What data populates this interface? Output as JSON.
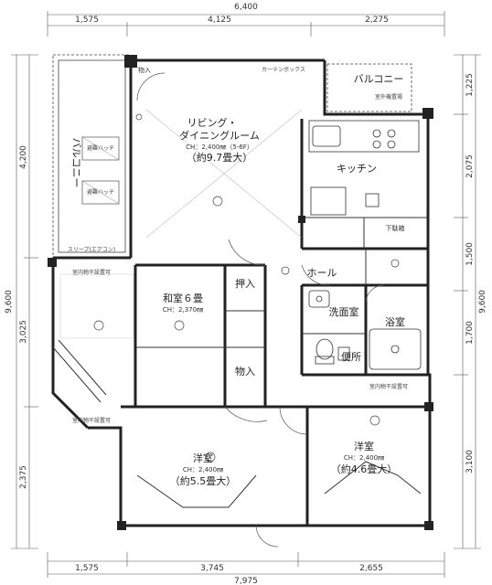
{
  "dims": {
    "top_total": "6,400",
    "top_segments": [
      "1,575",
      "4,125",
      "2,275"
    ],
    "bottom_total": "7,975",
    "bottom_segments": [
      "1,575",
      "3,745",
      "2,655"
    ],
    "left_total": "9,600",
    "left_segments": [
      "4,200",
      "3,025",
      "2,375"
    ],
    "right_total": "9,600",
    "right_segments": [
      "1,225",
      "2,075",
      "1,500",
      "1,700",
      "3,100"
    ]
  },
  "rooms": {
    "living_line1": "リビング・",
    "living_line2": "ダイニングルーム",
    "living_ch": "CH：2,400㎜（5-6F）",
    "living_size": "（約9.7畳大）",
    "kitchen": "キッチン",
    "washitsu": "和室６畳",
    "washitsu_ch": "CH：2,370㎜",
    "oshiire": "押入",
    "monoire_lower": "物入",
    "monoire_top": "物入",
    "hall": "ホール",
    "senmen": "洗面室",
    "yokushitsu": "浴室",
    "benjo": "便所",
    "getabako": "下駄箱",
    "yoshitsu1": "洋室",
    "yoshitsu1_ch": "CH：2,400㎜",
    "yoshitsu1_size": "（約5.5畳大）",
    "yoshitsu2": "洋室",
    "yoshitsu2_ch": "CH：2,400㎜",
    "yoshitsu2_size": "（約4.6畳大）",
    "balcony_left": "バルコニー",
    "balcony_top": "バルコニー",
    "curtain_rail": "カーテンボックス",
    "hinan_hatch1": "避難ハッチ",
    "hinan_hatch2": "避難ハッチ",
    "sleeve": "スリーブ(エアコン)",
    "shitsugai": "室外機置場",
    "shitsunai_1": "室内物干設置可",
    "shitsunai_2": "室内物干設置可",
    "shitsunai_3": "室内物干設置可"
  }
}
